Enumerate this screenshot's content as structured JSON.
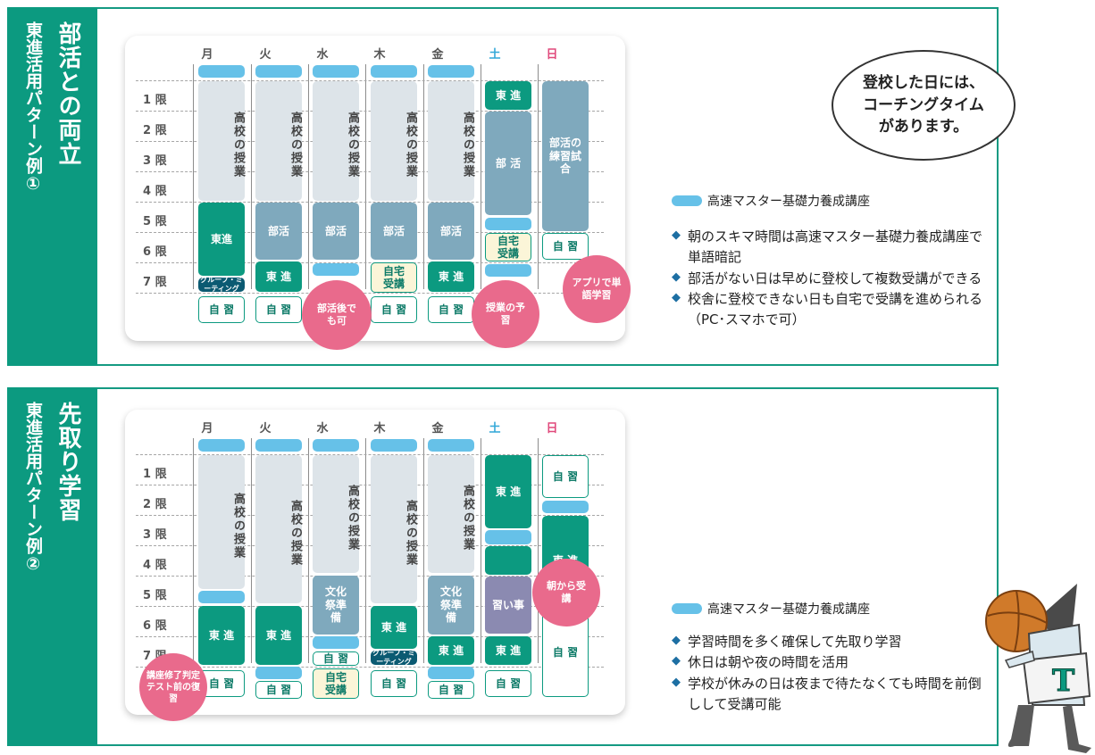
{
  "pattern1": {
    "title": "部活との両立",
    "subtitle": "東進活用パターン例①",
    "days": [
      "月",
      "火",
      "水",
      "木",
      "金",
      "土",
      "日"
    ],
    "periods": [
      "1 限",
      "2 限",
      "3 限",
      "4 限",
      "5 限",
      "6 限",
      "7 限"
    ],
    "labels": {
      "school": "高校の授業",
      "club": "部活",
      "club_sat": "部 活",
      "club_sun": "部活の練習試合",
      "toshin": "東進",
      "toshin_sp": "東 進",
      "group": "グループ・ミーティング",
      "jishu": "自 習",
      "home": "自宅受講"
    },
    "bubbles": {
      "after_club": "部活後でも可",
      "preview": "授業の予習",
      "app": "アプリで単語学習"
    },
    "speech": "登校した日には、コーチングタイムがあります。",
    "legend": "高速マスター基礎力養成講座",
    "bullets": [
      "朝のスキマ時間は高速マスター基礎力養成講座で単語暗記",
      "部活がない日は早めに登校して複数受講ができる",
      "校舎に登校できない日も自宅で受講を進められる（PC･スマホで可）"
    ]
  },
  "pattern2": {
    "title": "先取り学習",
    "subtitle": "東進活用パターン例②",
    "days": [
      "月",
      "火",
      "水",
      "木",
      "金",
      "土",
      "日"
    ],
    "periods": [
      "1 限",
      "2 限",
      "3 限",
      "4 限",
      "5 限",
      "6 限",
      "7 限"
    ],
    "labels": {
      "school": "高校の授業",
      "toshin": "東 進",
      "jishu": "自 習",
      "festival": "文化祭準備",
      "lesson": "習い事",
      "home": "自宅受講",
      "group": "グループ・ミーティング"
    },
    "bubbles": {
      "review": "講座修了判定テスト前の復習",
      "morning": "朝から受講"
    },
    "legend": "高速マスター基礎力養成講座",
    "bullets": [
      "学習時間を多く確保して先取り学習",
      "休日は朝や夜の時間を活用",
      "学校が休みの日は夜まで待たなくても時間を前倒しして受講可能"
    ]
  },
  "mascot": {
    "shirt_letter": "T"
  }
}
